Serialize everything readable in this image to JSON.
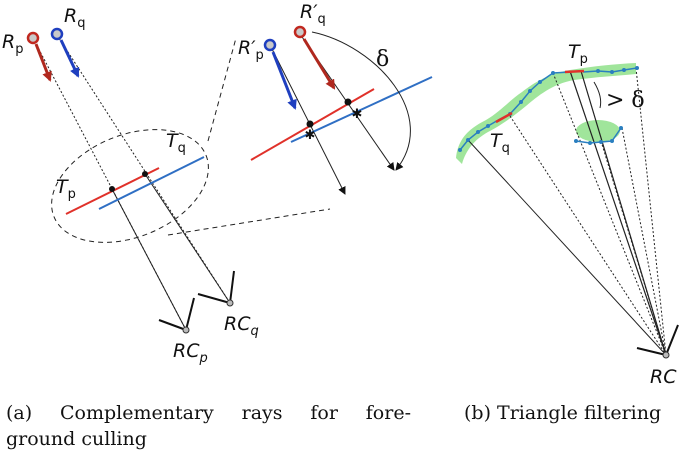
{
  "labels": {
    "rp_main": "R",
    "rp_sub": "p",
    "rq_main": "R",
    "rq_sub": "q",
    "tp_main": "T",
    "tp_sub": "p",
    "tq_main": "T",
    "tq_sub": "q",
    "rpp_main": "R′",
    "rpp_sub": "p",
    "rqp_main": "R′",
    "rqp_sub": "q",
    "delta": "δ",
    "rcp_main": "RC",
    "rcp_sub": "p",
    "rcq_main": "RC",
    "rcq_sub": "q",
    "b_tp_main": "T",
    "b_tp_sub": "p",
    "b_tq_main": "T",
    "b_tq_sub": "q",
    "b_delta": "> δ",
    "b_rc": "RC"
  },
  "captions": {
    "a_line1": "(a)  Complementary  rays  for  fore-",
    "a_line2": "ground culling",
    "b": "(b) Triangle filtering"
  },
  "colors": {
    "red": "#e0312a",
    "blue": "#2f6fc4",
    "dark_red": "#b0281e",
    "dark_blue": "#1f3fbf",
    "green": "#8fe08a",
    "mesh_blue": "#2a7fc0"
  }
}
